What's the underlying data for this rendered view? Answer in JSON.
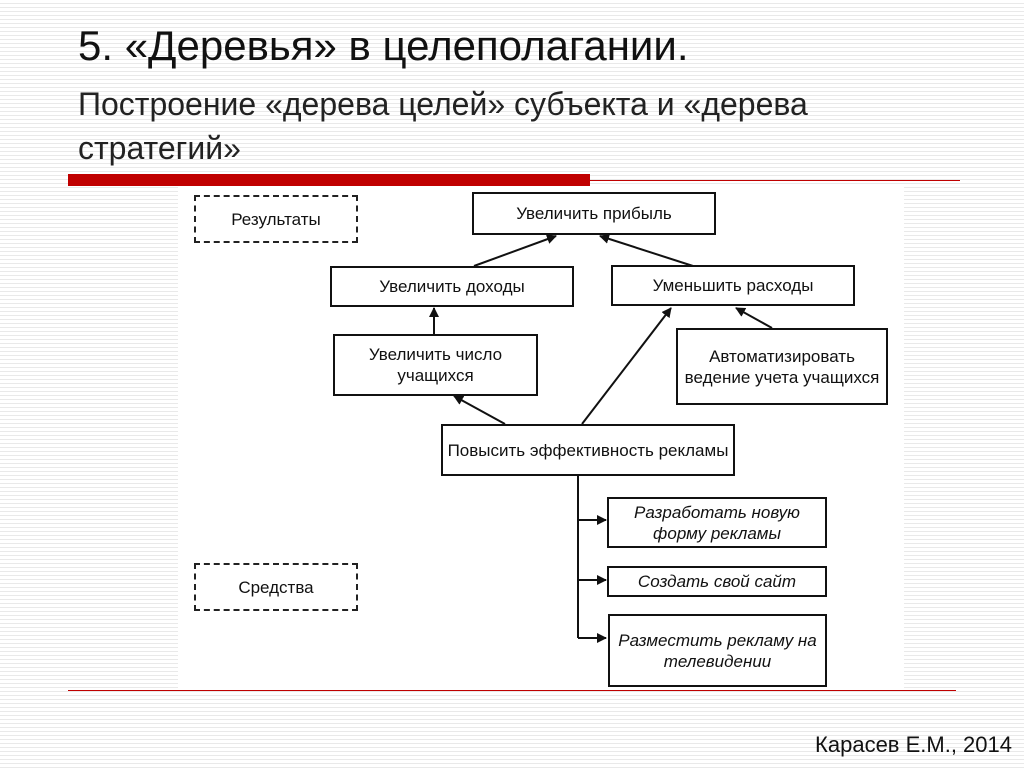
{
  "slide": {
    "title": "5. «Деревья» в целеполагании.",
    "subtitle": "Построение «дерева целей» субъекта и «дерева стратегий»",
    "author": "Карасев Е.М., 2014"
  },
  "diagram": {
    "labels": {
      "results": "Результаты",
      "means": "Средства"
    },
    "nodes": {
      "increase_profit": "Увеличить прибыль",
      "increase_income": "Увеличить доходы",
      "reduce_expenses": "Уменьшить расходы",
      "increase_students": "Увеличить число учащихся",
      "automate_records": "Автоматизировать ведение учета учащихся",
      "improve_ads": "Повысить эффективность рекламы",
      "new_ad_form": "Разработать новую форму рекламы",
      "create_site": "Создать свой сайт",
      "tv_ads": "Разместить рекламу на телевидении"
    }
  },
  "colors": {
    "accent_red": "#c00000",
    "line": "#111111"
  }
}
